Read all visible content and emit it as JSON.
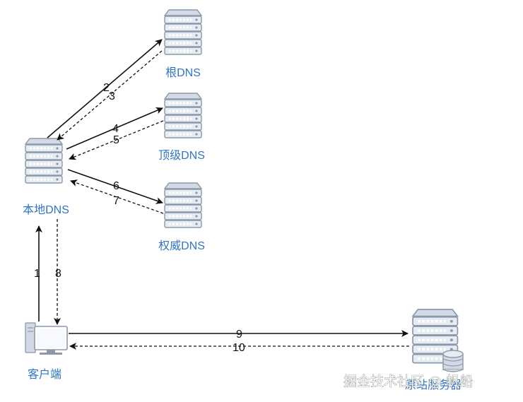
{
  "nodes": {
    "root_dns": "根DNS",
    "tld_dns": "顶级DNS",
    "local_dns": "本地DNS",
    "auth_dns": "权威DNS",
    "client": "客户端",
    "origin_server": "原站服务器"
  },
  "steps": [
    "1",
    "2",
    "3",
    "4",
    "5",
    "6",
    "7",
    "8",
    "9",
    "10"
  ],
  "watermark": "掘金技术社区 @ 帆船",
  "colors": {
    "label": "#2e74c7",
    "server_fill": "#e7ecf3",
    "server_stroke": "#8b98aa",
    "arrow": "#111111"
  }
}
